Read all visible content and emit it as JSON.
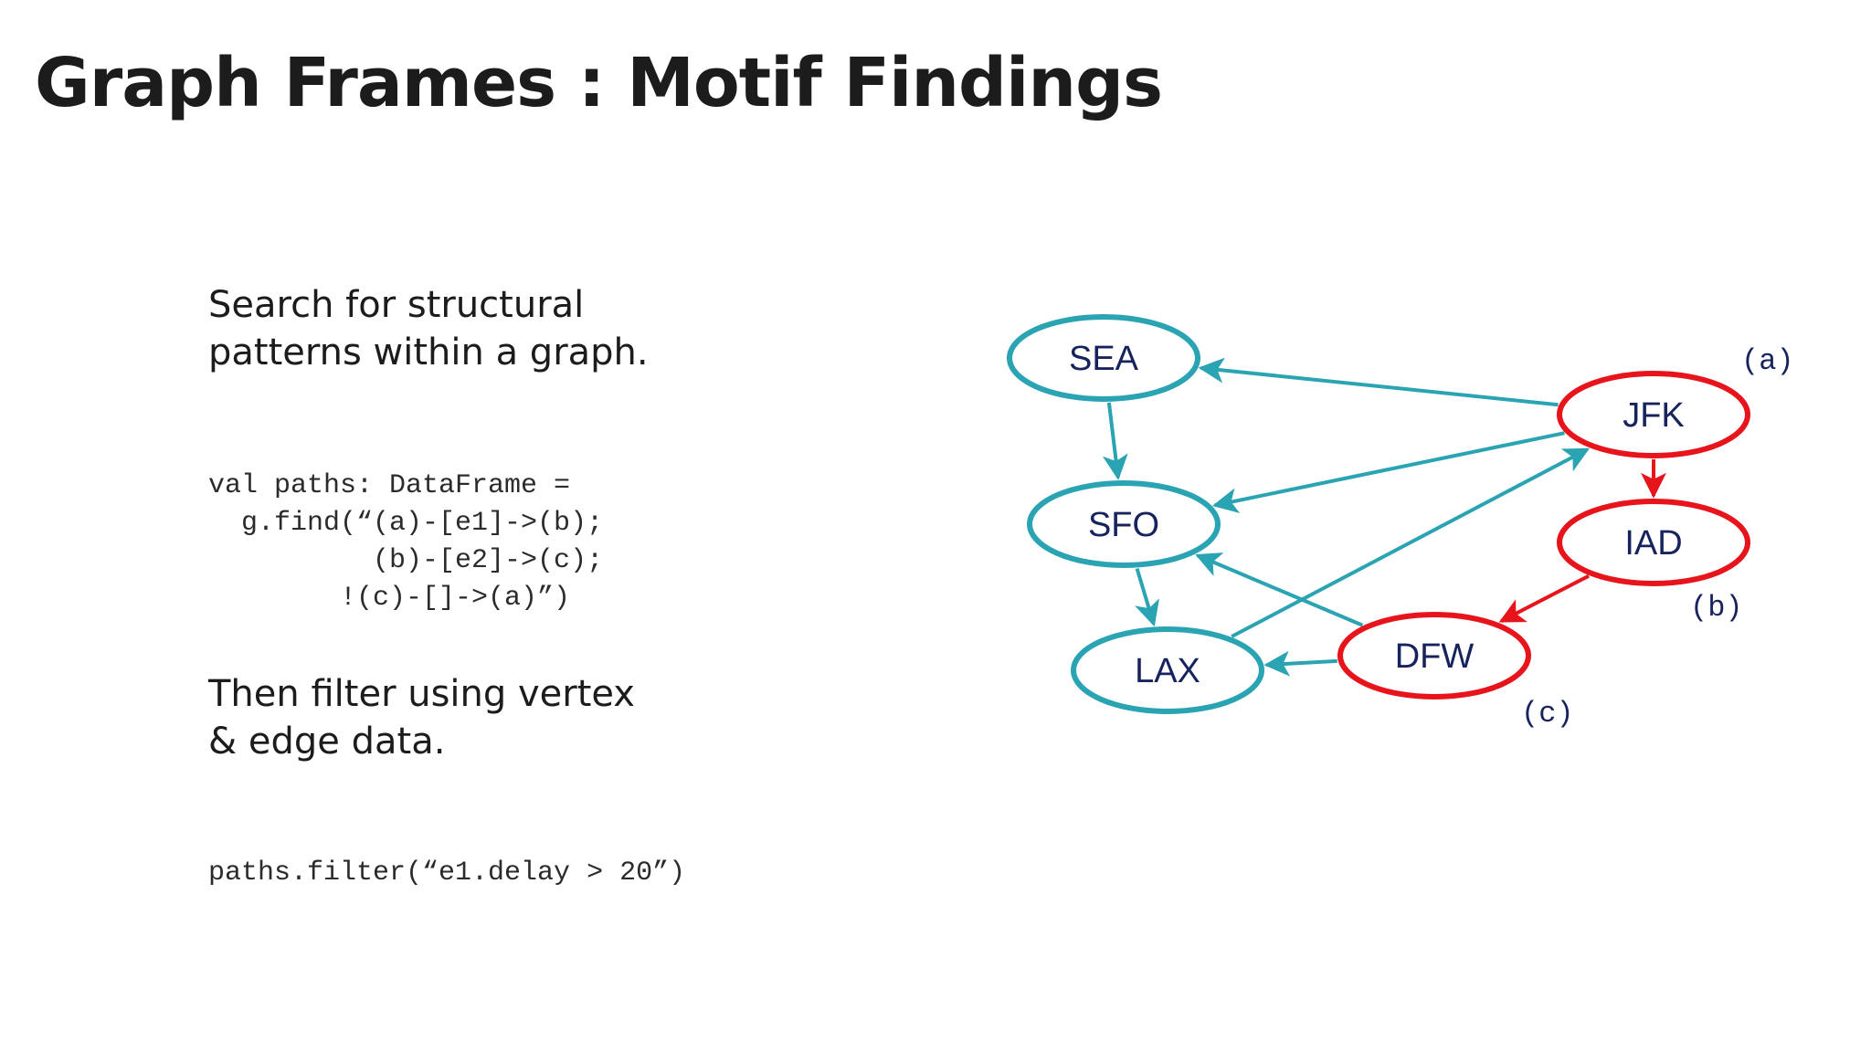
{
  "title": "Graph Frames : Motif Findings",
  "intro_lines": [
    "Search for structural",
    "patterns within a graph."
  ],
  "find_code_lines": [
    "val paths: DataFrame =",
    "  g.find(“(a)-[e1]->(b);",
    "          (b)-[e2]->(c);",
    "        !(c)-[]->(a)”)"
  ],
  "then_lines": [
    "Then filter using vertex",
    "& edge data."
  ],
  "filter_code": "paths.filter(“e1.delay > 20”)",
  "colors": {
    "normal": "#2aa3b3",
    "highlight": "#e8141c",
    "label": "#17235c"
  },
  "graph": {
    "nodes": [
      {
        "id": "SEA",
        "label": "SEA",
        "highlighted": false
      },
      {
        "id": "SFO",
        "label": "SFO",
        "highlighted": false
      },
      {
        "id": "LAX",
        "label": "LAX",
        "highlighted": false
      },
      {
        "id": "JFK",
        "label": "JFK",
        "highlighted": true,
        "tag": "(a)"
      },
      {
        "id": "IAD",
        "label": "IAD",
        "highlighted": true,
        "tag": "(b)"
      },
      {
        "id": "DFW",
        "label": "DFW",
        "highlighted": true,
        "tag": "(c)"
      }
    ],
    "edges": [
      {
        "from": "JFK",
        "to": "SEA",
        "highlighted": false
      },
      {
        "from": "SEA",
        "to": "SFO",
        "highlighted": false
      },
      {
        "from": "JFK",
        "to": "SFO",
        "highlighted": false
      },
      {
        "from": "SFO",
        "to": "LAX",
        "highlighted": false
      },
      {
        "from": "LAX",
        "to": "JFK",
        "highlighted": false
      },
      {
        "from": "DFW",
        "to": "SFO",
        "highlighted": false
      },
      {
        "from": "DFW",
        "to": "LAX",
        "highlighted": false
      },
      {
        "from": "JFK",
        "to": "IAD",
        "highlighted": true
      },
      {
        "from": "IAD",
        "to": "DFW",
        "highlighted": true
      }
    ]
  }
}
